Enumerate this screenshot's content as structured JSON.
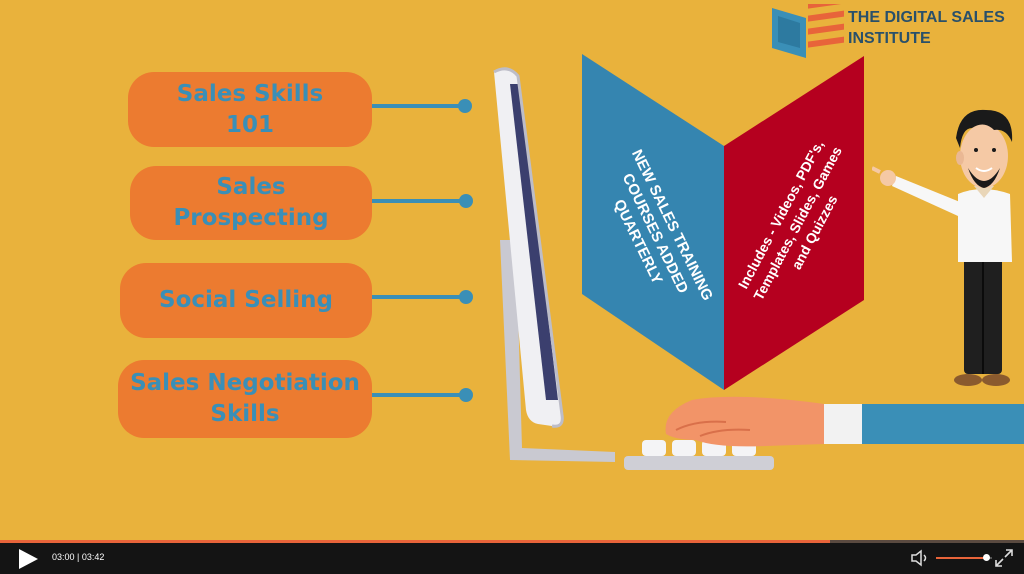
{
  "brand": {
    "name": "THE DIGITAL SALES\nINSTITUTE"
  },
  "courses": [
    {
      "label": "Sales Skills\n101"
    },
    {
      "label": "Sales\nProspecting"
    },
    {
      "label": "Social Selling"
    },
    {
      "label": "Sales Negotiation\nSkills"
    }
  ],
  "book": {
    "left_page_text": "NEW SALES TRAINING\nCOURSES ADDED QUARTERLY",
    "right_page_text": "Includes - Videos, PDF's,\nTemplates, Slides, Games\nand Quizzes"
  },
  "colors": {
    "background": "#e9b23c",
    "pill": "#ec7b30",
    "pill_text": "#3a8fb7",
    "blue_page": "#3585b0",
    "red_page": "#b5001f",
    "brand_text": "#29506a",
    "progress": "#e8643a"
  },
  "player": {
    "play_icon": "play-icon",
    "current_time": "03:00",
    "separator": "|",
    "duration": "03:42",
    "progress": 0.811,
    "volume": 0.9,
    "volume_icon": "speaker-icon",
    "fullscreen_icon": "expand-icon"
  }
}
